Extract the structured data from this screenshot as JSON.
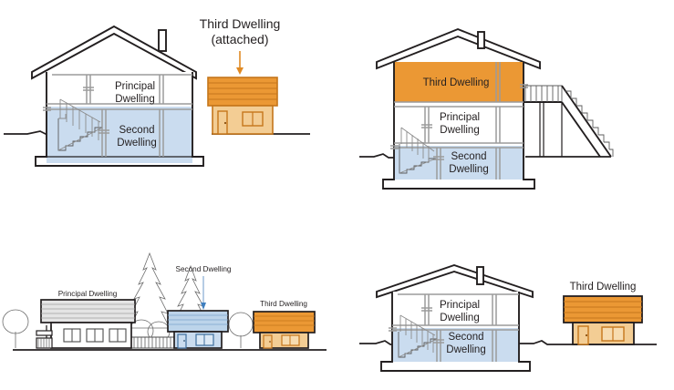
{
  "document": {
    "title": "Dwelling Configuration Diagrams",
    "background_color": "#ffffff",
    "panel_count": 4
  },
  "palette": {
    "orange_fill": "#eb9834",
    "orange_outline": "#c5761b",
    "orange_arrow": "#e08a24",
    "tan_fill": "#f3cd94",
    "blue_fill": "#cadcef",
    "blue_roof": "#bcd4ea",
    "grey_roof": "#e4e4e4",
    "line_black": "#231f20",
    "line_grey": "#9b9b9b",
    "text_color": "#231f20"
  },
  "panels": [
    {
      "id": "top-left",
      "name": "detached-house-with-attached-third-dwelling",
      "view": "section",
      "callout": {
        "line_1": "Third Dwelling",
        "line_2": "(attached)",
        "arrow": "down-arrow",
        "arrow_color": "#e08a24"
      },
      "zones": [
        {
          "key": "principal",
          "line_1": "Principal",
          "line_2": "Dwelling",
          "fill": "#ffffff",
          "level": "main-floor"
        },
        {
          "key": "second",
          "line_1": "Second",
          "line_2": "Dwelling",
          "fill": "#cadcef",
          "level": "basement"
        },
        {
          "key": "third",
          "line_1": "",
          "line_2": "",
          "fill": "#f3cd94",
          "level": "attached-side-unit"
        }
      ],
      "features": [
        "gable-roof",
        "chimney",
        "interior-staircase",
        "foundation-footing",
        "ground-line",
        "attached-unit-door",
        "attached-unit-window"
      ]
    },
    {
      "id": "top-right",
      "name": "two-storey-house-with-third-dwelling-upper-floor",
      "view": "section",
      "callout": null,
      "zones": [
        {
          "key": "third",
          "line_1": "Third Dwelling",
          "line_2": "",
          "fill": "#eb9834",
          "level": "upper-floor"
        },
        {
          "key": "principal",
          "line_1": "Principal",
          "line_2": "Dwelling",
          "fill": "#ffffff",
          "level": "main-floor"
        },
        {
          "key": "second",
          "line_1": "Second",
          "line_2": "Dwelling",
          "fill": "#cadcef",
          "level": "basement"
        }
      ],
      "features": [
        "gable-roof",
        "chimney",
        "interior-staircase",
        "exterior-staircase",
        "landing-platform",
        "foundation-footing",
        "ground-line"
      ]
    },
    {
      "id": "bottom-left",
      "name": "streetscape-elevation-three-dwellings",
      "view": "elevation",
      "callout": null,
      "zones": [
        {
          "key": "principal",
          "line_1": "Principal Dwelling",
          "line_2": "",
          "fill": "#ffffff",
          "level": "street-front-house"
        },
        {
          "key": "second",
          "line_1": "Second Dwelling",
          "line_2": "",
          "fill": "#cadcef",
          "level": "middle-house",
          "pointer": "vertical-line-with-arrow"
        },
        {
          "key": "third",
          "line_1": "Third Dwelling",
          "line_2": "",
          "fill": "#f3cd94",
          "level": "detached-rear-unit"
        }
      ],
      "features": [
        "ground-line",
        "conifer-trees",
        "round-shrubs",
        "picket-fence",
        "entry-steps",
        "windows",
        "doors"
      ]
    },
    {
      "id": "bottom-right",
      "name": "detached-house-with-detached-third-dwelling",
      "view": "section",
      "callout": null,
      "zones": [
        {
          "key": "principal",
          "line_1": "Principal",
          "line_2": "Dwelling",
          "fill": "#ffffff",
          "level": "main-floor"
        },
        {
          "key": "second",
          "line_1": "Second",
          "line_2": "Dwelling",
          "fill": "#cadcef",
          "level": "basement"
        },
        {
          "key": "third",
          "line_1": "Third Dwelling",
          "line_2": "",
          "fill": "#f3cd94",
          "level": "detached-unit"
        }
      ],
      "features": [
        "gable-roof",
        "chimney",
        "interior-staircase",
        "foundation-footing",
        "ground-line",
        "detached-unit-door",
        "detached-unit-window"
      ]
    }
  ]
}
